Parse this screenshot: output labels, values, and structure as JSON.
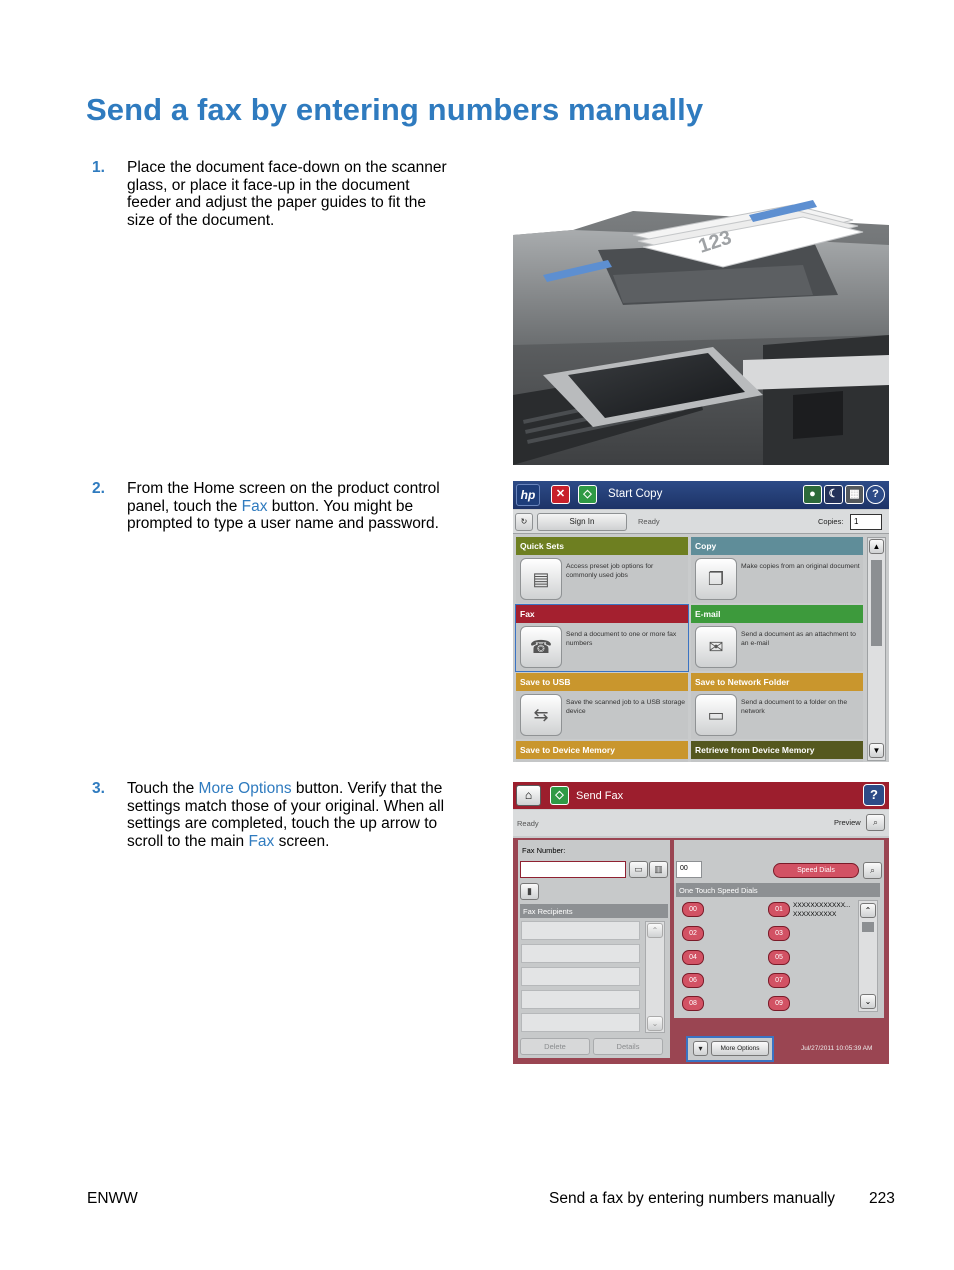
{
  "title": "Send a fax by entering numbers manually",
  "steps": [
    {
      "num": "1.",
      "text": "Place the document face-down on the scanner glass, or place it face-up in the document feeder and adjust the paper guides to fit the size of the document."
    },
    {
      "num": "2.",
      "text_a": "From the Home screen on the product control panel, touch the ",
      "link": "Fax",
      "text_b": " button. You might be prompted to type a user name and password."
    },
    {
      "num": "3.",
      "text_a": "Touch the ",
      "link": "More Options",
      "text_b": " button. Verify that the settings match those of your original. When all settings are completed, touch the up arrow to scroll to the main ",
      "link2": "Fax",
      "text_c": " screen."
    }
  ],
  "photo": {
    "paper_label": "123"
  },
  "home_screen": {
    "logo": "hp",
    "start_copy": "Start Copy",
    "sign_in": "Sign In",
    "status": "Ready",
    "copies_label": "Copies:",
    "copies_value": "1",
    "tiles": [
      {
        "label": "Quick Sets",
        "color": "#6e7f21",
        "desc": "Access preset job options for commonly used jobs",
        "icon": "quick-sets-icon"
      },
      {
        "label": "Copy",
        "color": "#5f8d99",
        "desc": "Make copies from an original document",
        "icon": "copy-icon"
      },
      {
        "label": "Fax",
        "color": "#a4202f",
        "desc": "Send a document to one or more fax numbers",
        "icon": "fax-icon"
      },
      {
        "label": "E-mail",
        "color": "#3d9a3c",
        "desc": "Send a document as an attachment to an e-mail",
        "icon": "email-icon"
      },
      {
        "label": "Save to USB",
        "color": "#c9962d",
        "desc": "Save the scanned job to a USB storage device",
        "icon": "usb-icon"
      },
      {
        "label": "Save to Network Folder",
        "color": "#c9962d",
        "desc": "Send a document to a folder on the network",
        "icon": "network-folder-icon"
      },
      {
        "label": "Save to Device Memory",
        "color": "#c9962d",
        "desc": "",
        "icon": ""
      },
      {
        "label": "Retrieve from Device Memory",
        "color": "#55581f",
        "desc": "",
        "icon": ""
      }
    ]
  },
  "fax_screen": {
    "title": "Send Fax",
    "status": "Ready",
    "preview": "Preview",
    "fax_number_label": "Fax Number:",
    "fax_recipients": "Fax Recipients",
    "speed_code": "00",
    "speed_dials_btn": "Speed Dials",
    "one_touch": "One Touch Speed Dials",
    "speed_dials": [
      "00",
      "01",
      "02",
      "03",
      "04",
      "05",
      "06",
      "07",
      "08",
      "09"
    ],
    "speed_dial_name_1": "XXXXXXXXXXXX...",
    "speed_dial_name_2": "XXXXXXXXXX",
    "delete": "Delete",
    "details": "Details",
    "more_options": "More Options",
    "datetime": "Jul/27/2011 10:05:39 AM"
  },
  "footer": {
    "left": "ENWW",
    "section": "Send a fax by entering numbers manually",
    "page": "223"
  }
}
